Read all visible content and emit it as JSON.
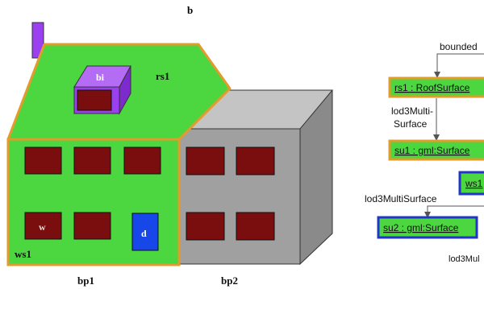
{
  "figure": {
    "panel_label": "b",
    "labels": {
      "bi": "bi",
      "rs1": "rs1",
      "w": "w",
      "d": "d",
      "ws1": "ws1",
      "bp1": "bp1",
      "bp2": "bp2"
    },
    "graph": {
      "edge_bounded": "bounded",
      "node_rs1": "rs1 : RoofSurface",
      "edge_lod3_line1": "lod3Multi-",
      "edge_lod3_line2": "Surface",
      "node_su1": "su1 : gml:Surface",
      "node_ws1": "ws1",
      "edge_lod3ms": "lod3MultiSurface",
      "node_su2": "su2 : gml:Surface",
      "edge_lod3_trunc": "lod3Mul"
    }
  },
  "colors": {
    "green": "#4cd63f",
    "orange": "#e39b2b",
    "gray": "#9e9e9e",
    "purple": "#9b40f0",
    "window": "#7a0d0d",
    "door": "#1747e8",
    "blue_border": "#2036c8"
  }
}
